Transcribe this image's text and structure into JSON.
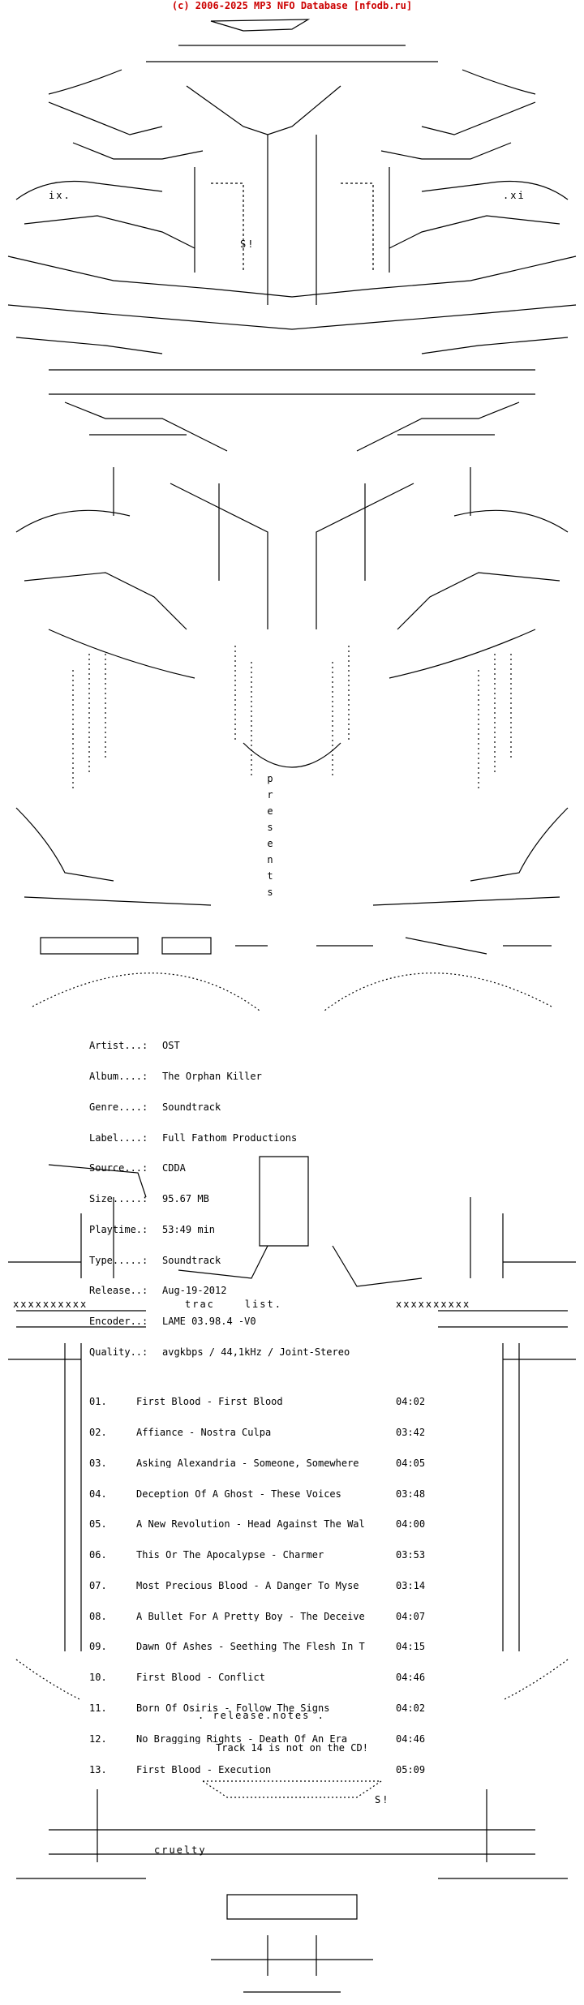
{
  "header": "(c) 2006-2025 MP3 NFO Database [nfodb.ru]",
  "presents": [
    "p",
    "r",
    "e",
    "s",
    "e",
    "n",
    "t",
    "s"
  ],
  "release_info": [
    {
      "key": "Artist...:",
      "value": "OST"
    },
    {
      "key": "Album....:",
      "value": "The Orphan Killer"
    },
    {
      "key": "Genre....:",
      "value": "Soundtrack"
    },
    {
      "key": "Label....:",
      "value": "Full Fathom Productions"
    },
    {
      "key": "Source...:",
      "value": "CDDA"
    },
    {
      "key": "Size.....:",
      "value": "95.67 MB"
    },
    {
      "key": "Playtime.:",
      "value": "53:49 min"
    },
    {
      "key": "Type.....:",
      "value": "Soundtrack"
    },
    {
      "key": "Release..:",
      "value": "Aug-19-2012"
    },
    {
      "key": "Encoder..:",
      "value": "LAME 03.98.4 -V0"
    },
    {
      "key": "Quality..:",
      "value": "avgkbps / 44,1kHz / Joint-Stereo"
    }
  ],
  "tracklist_label": "trac    list.",
  "x_row": "xxxxxxxxxx",
  "tracks": [
    {
      "n": "01.",
      "title": "First Blood - First Blood",
      "time": "04:02"
    },
    {
      "n": "02.",
      "title": "Affiance - Nostra Culpa",
      "time": "03:42"
    },
    {
      "n": "03.",
      "title": "Asking Alexandria - Someone, Somewhere",
      "time": "04:05"
    },
    {
      "n": "04.",
      "title": "Deception Of A Ghost - These Voices",
      "time": "03:48"
    },
    {
      "n": "05.",
      "title": "A New Revolution - Head Against The Wal",
      "time": "04:00"
    },
    {
      "n": "06.",
      "title": "This Or The Apocalypse - Charmer",
      "time": "03:53"
    },
    {
      "n": "07.",
      "title": "Most Precious Blood - A Danger To Myse",
      "time": "03:14"
    },
    {
      "n": "08.",
      "title": "A Bullet For A Pretty Boy - The Deceive",
      "time": "04:07"
    },
    {
      "n": "09.",
      "title": "Dawn Of Ashes - Seething The Flesh In T",
      "time": "04:15"
    },
    {
      "n": "10.",
      "title": "First Blood - Conflict",
      "time": "04:46"
    },
    {
      "n": "11.",
      "title": "Born Of Osiris - Follow The Signs",
      "time": "04:02"
    },
    {
      "n": "12.",
      "title": "No Bragging Rights - Death Of An Era",
      "time": "04:46"
    },
    {
      "n": "13.",
      "title": "First Blood - Execution",
      "time": "05:09"
    }
  ],
  "release_notes_label": ". release.notes .",
  "release_note": "Track 14 is not on the CD!",
  "footer_label": "cruelty",
  "tags": {
    "ix": "ix.",
    "xi": ".xi",
    "S": "S!",
    "S2": "S!"
  }
}
